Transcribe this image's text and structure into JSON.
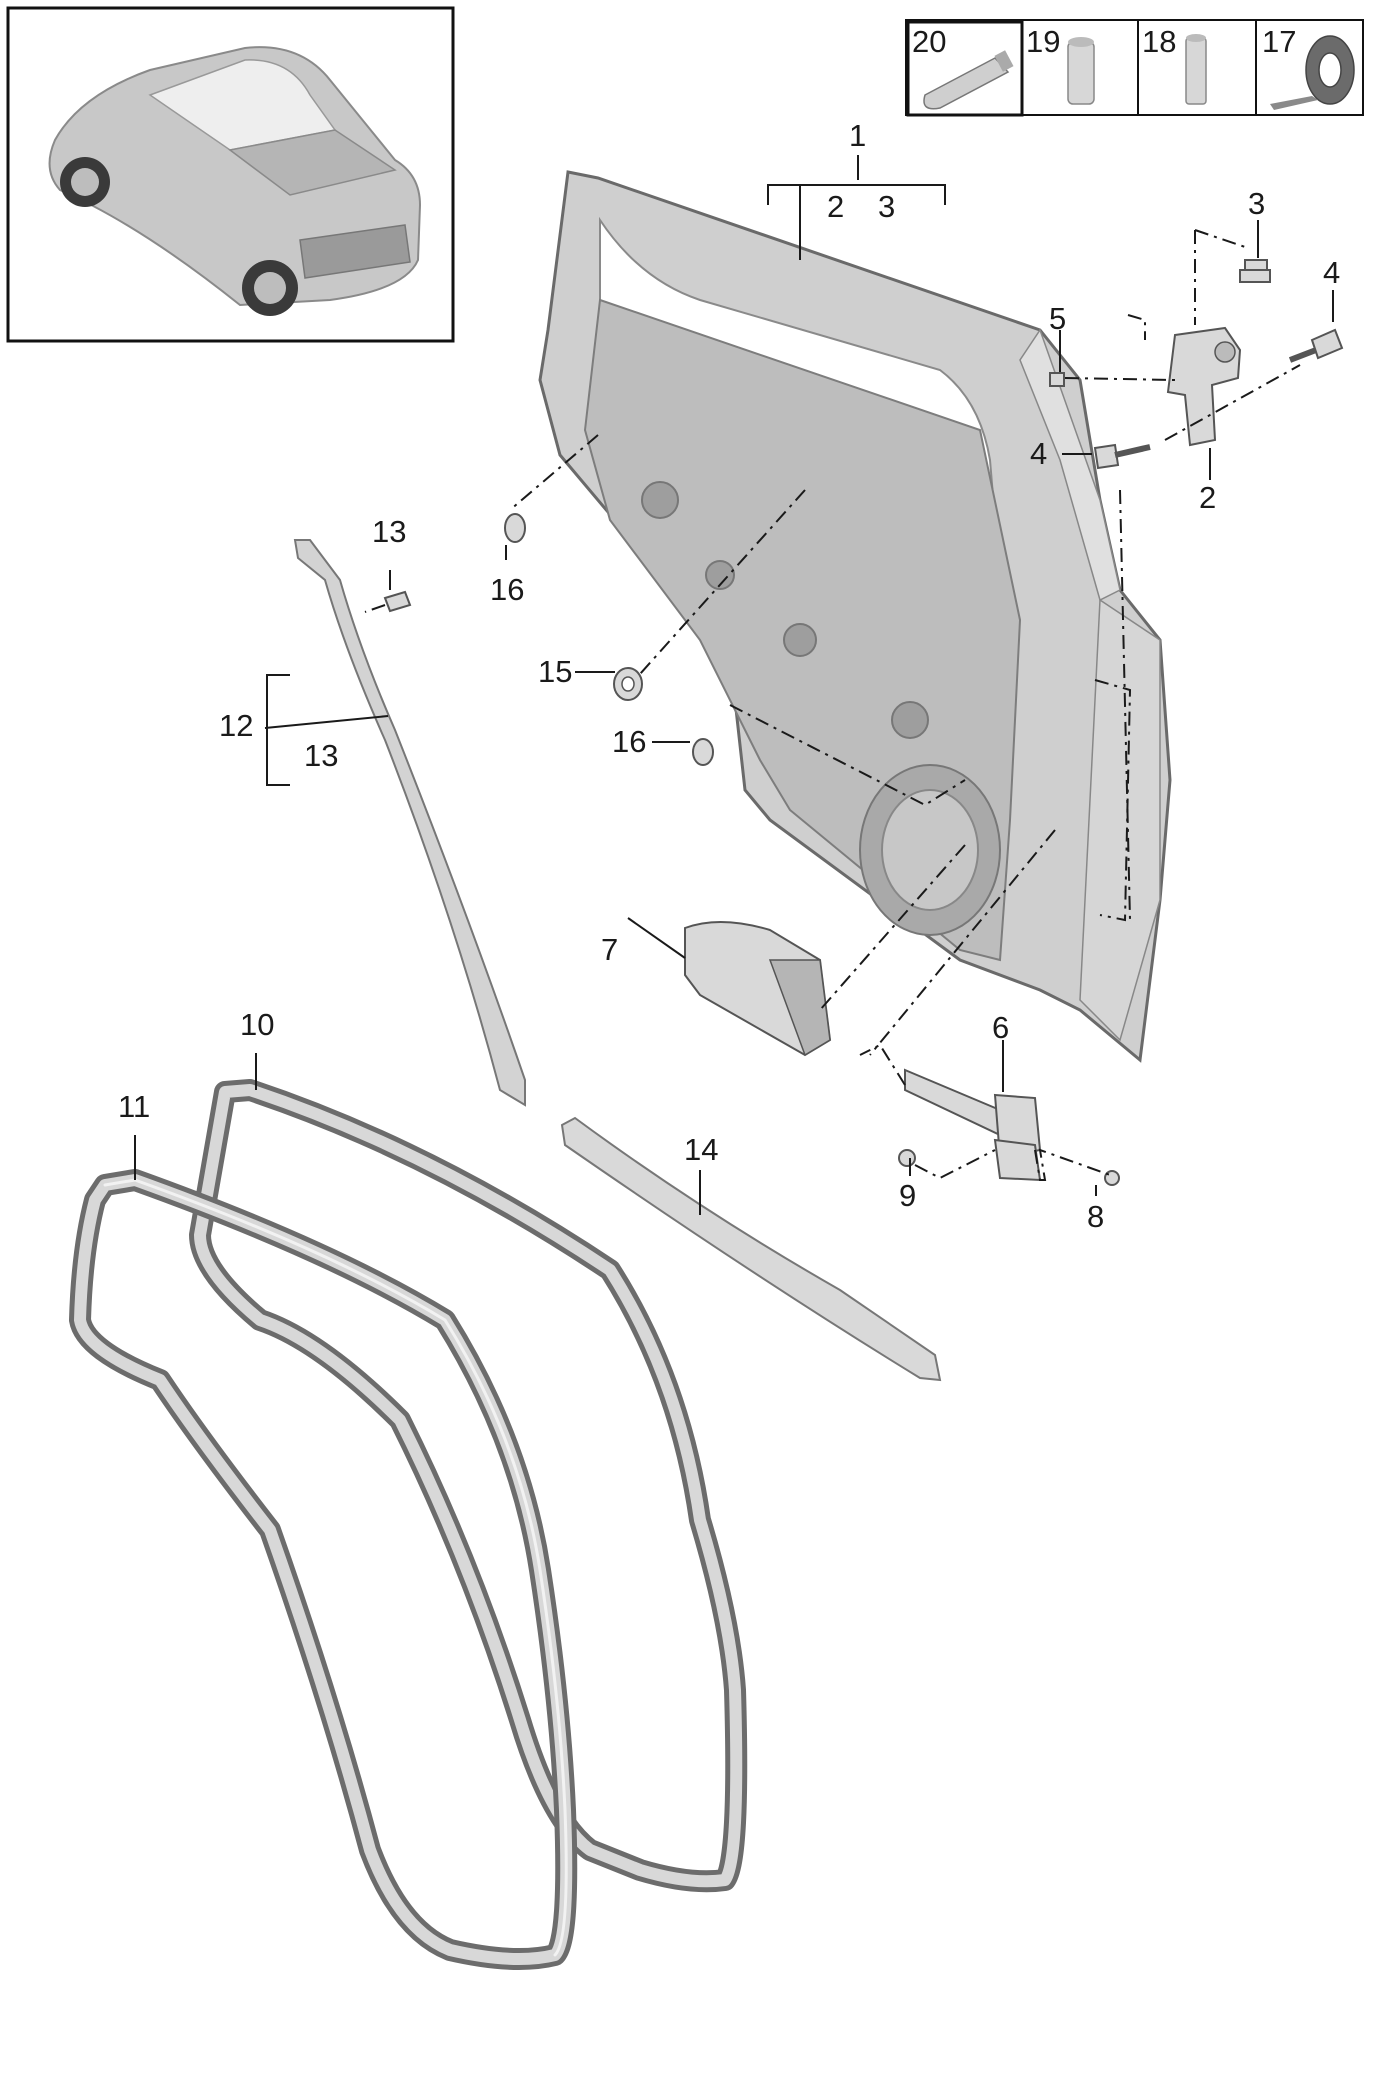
{
  "callouts": {
    "c1": "1",
    "c1_sub_2": "2",
    "c1_sub_3": "3",
    "c2": "2",
    "c3": "3",
    "c4a": "4",
    "c4b": "4",
    "c5": "5",
    "c6": "6",
    "c7": "7",
    "c8": "8",
    "c9": "9",
    "c10": "10",
    "c11": "11",
    "c12": "12",
    "c12_sub_13": "13",
    "c13": "13",
    "c14": "14",
    "c15": "15",
    "c16a": "16",
    "c16b": "16"
  },
  "consumables": [
    {
      "label": "20",
      "icon": "grease-tube-icon"
    },
    {
      "label": "19",
      "icon": "spray-can-icon"
    },
    {
      "label": "18",
      "icon": "cylinder-cartridge-icon"
    },
    {
      "label": "17",
      "icon": "tape-roll-icon"
    }
  ],
  "colors": {
    "line": "#1a1a1a",
    "part_fill": "#d9d9d9",
    "seal_dark": "#6c6c6c"
  }
}
